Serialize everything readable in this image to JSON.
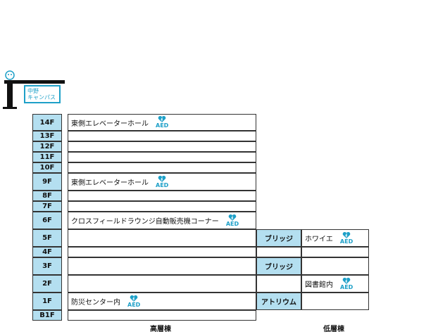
{
  "campus_sign": {
    "line1": "中野",
    "line2": "キャンパス"
  },
  "aed_label": "AED",
  "floors": [
    "14F",
    "13F",
    "12F",
    "11F",
    "10F",
    "9F",
    "8F",
    "7F",
    "6F",
    "5F",
    "4F",
    "3F",
    "2F",
    "1F",
    "B1F"
  ],
  "high_rise": {
    "name": "高層棟",
    "f14": "東側エレベーターホール",
    "f9": "東側エレベーターホール",
    "f6": "クロスフィールドラウンジ自動販売機コーナー",
    "f1": "防災センター内"
  },
  "bridge": {
    "f5": "ブリッジ",
    "f3": "ブリッジ",
    "f1": "アトリウム"
  },
  "low_rise": {
    "name": "低層棟",
    "f5": "ホワイエ",
    "f2": "図書館内"
  }
}
